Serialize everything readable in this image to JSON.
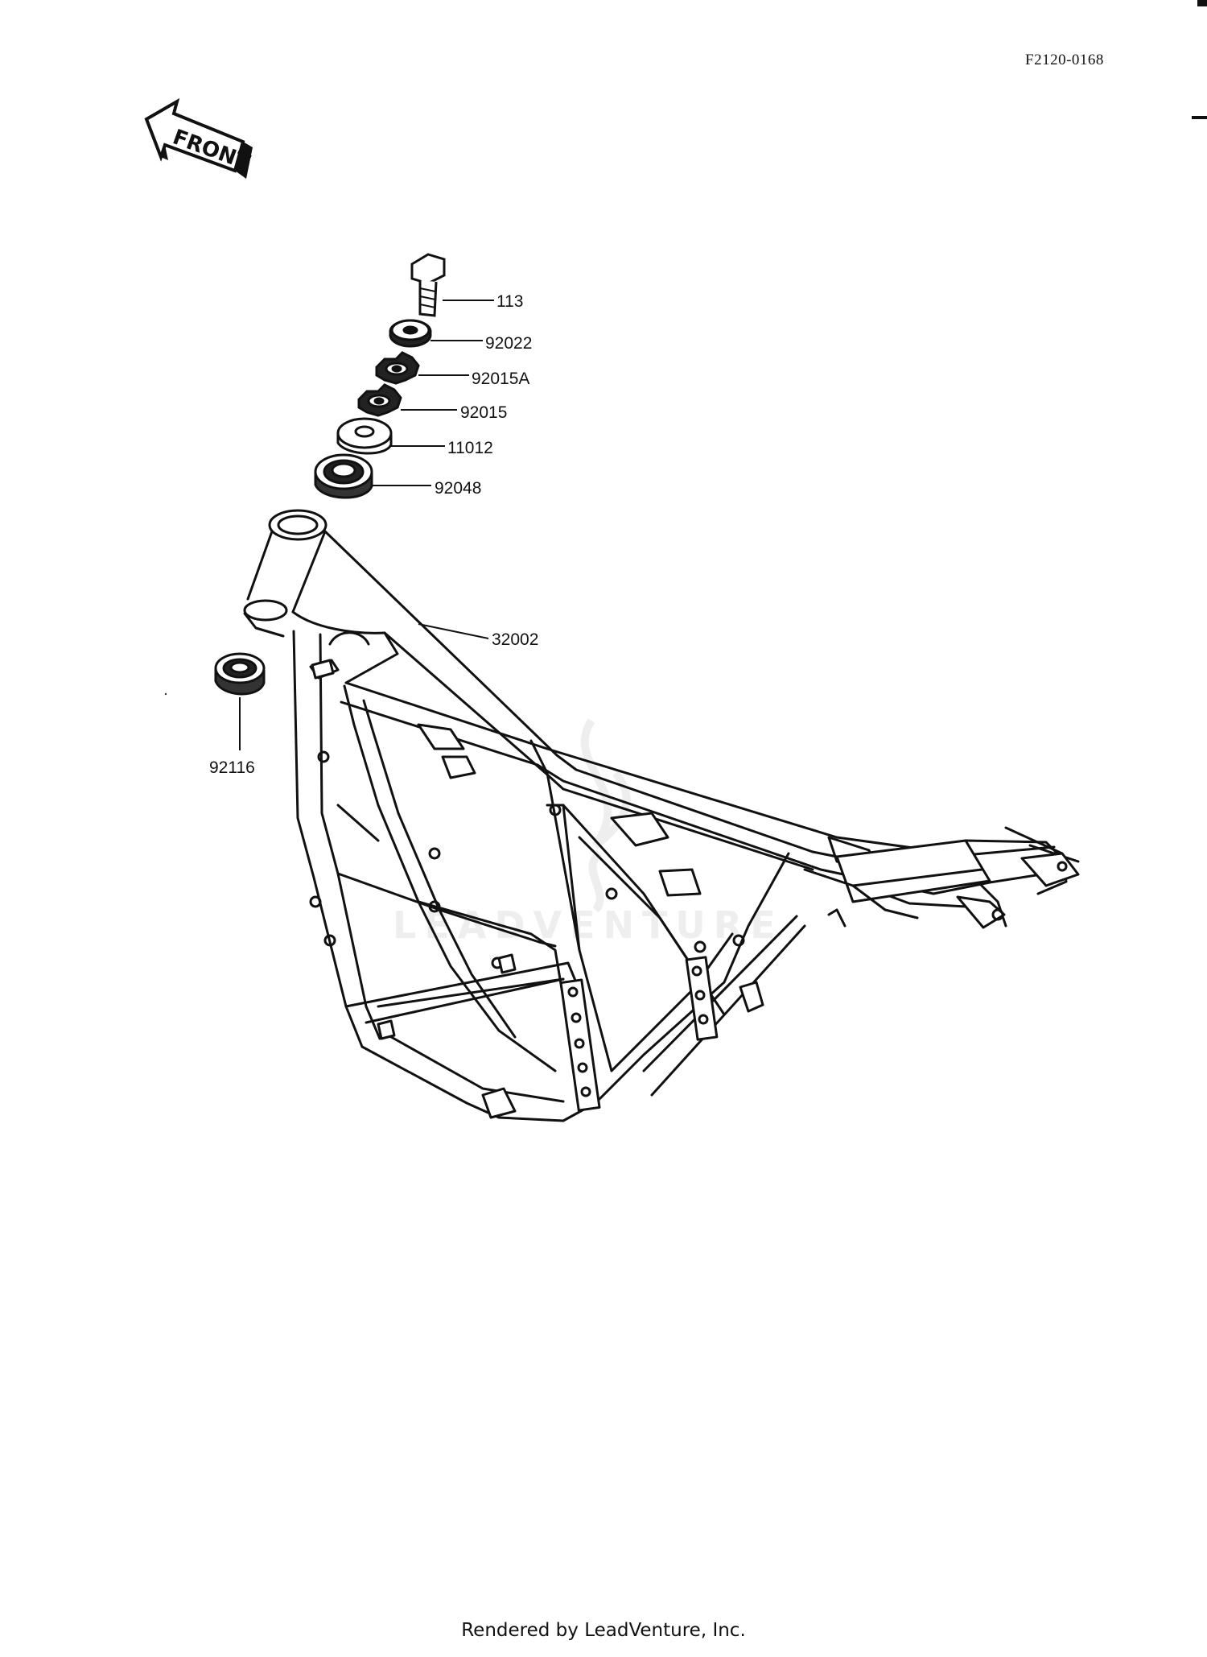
{
  "doc_code": "F2120-0168",
  "front_label": "FRONT",
  "watermark": "LEADVENTURE",
  "footer": "Rendered by LeadVenture, Inc.",
  "callouts": {
    "c113": "113",
    "c92022": "92022",
    "c92015A": "92015A",
    "c92015": "92015",
    "c11012": "11012",
    "c92048": "92048",
    "c32002": "32002",
    "c92116": "92116"
  }
}
